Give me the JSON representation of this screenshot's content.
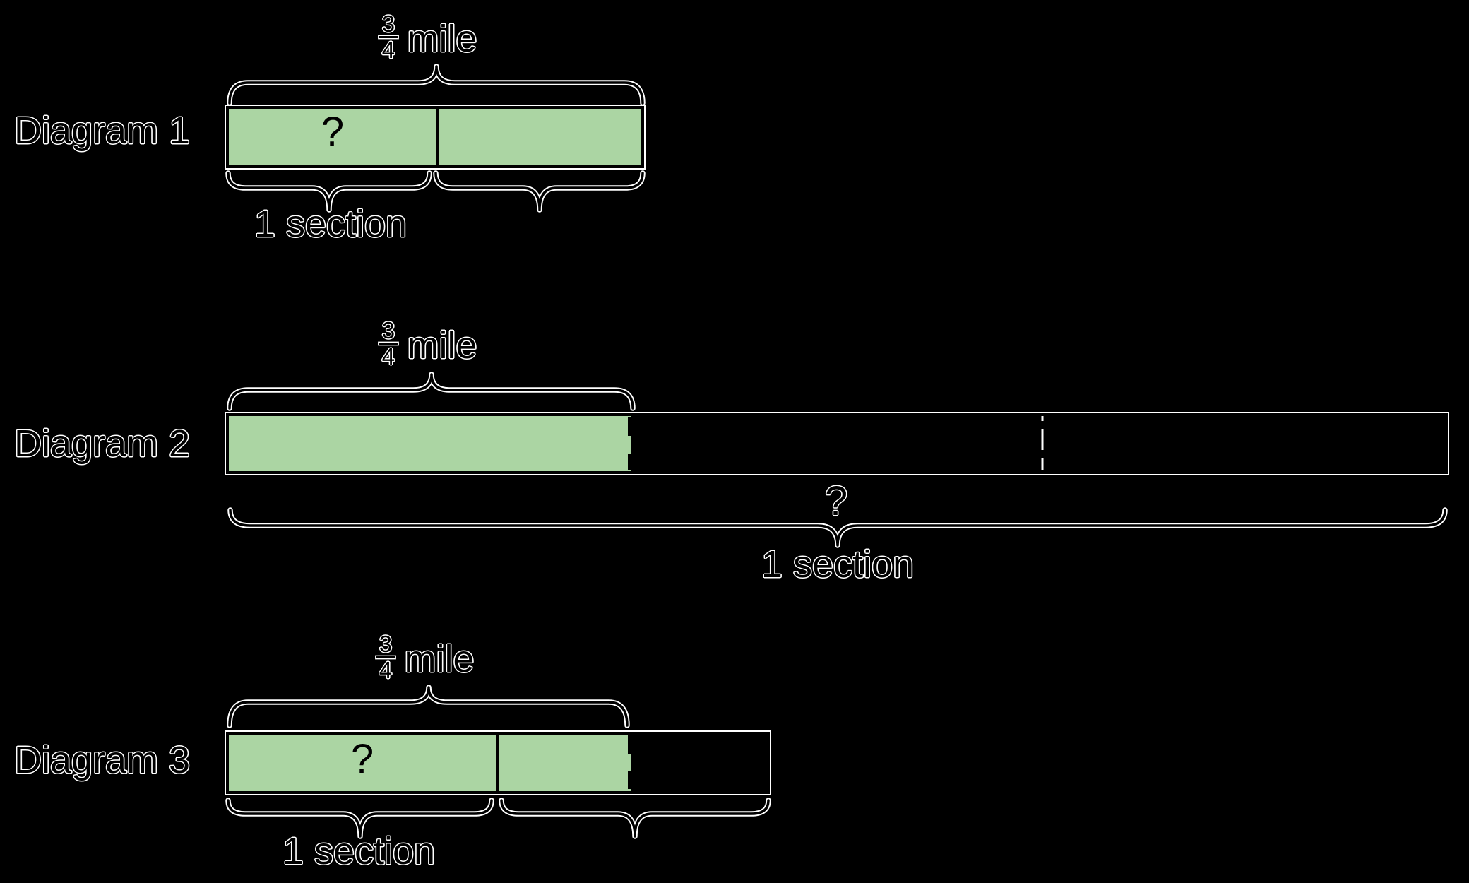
{
  "canvas": {
    "background": "#000000"
  },
  "palette": {
    "bar_green": "#abd5a3",
    "line_black": "#000000",
    "halo_white": "#ffffff"
  },
  "diagrams": [
    {
      "name": "Diagram 1",
      "fraction_numerator": "3",
      "fraction_denominator": "4",
      "fraction_unit": "mile",
      "question_mark": "?",
      "section_label": "1 section"
    },
    {
      "name": "Diagram 2",
      "fraction_numerator": "3",
      "fraction_denominator": "4",
      "fraction_unit": "mile",
      "question_mark": "?",
      "section_label": "1 section"
    },
    {
      "name": "Diagram 3",
      "fraction_numerator": "3",
      "fraction_denominator": "4",
      "fraction_unit": "mile",
      "question_mark": "?",
      "section_label": "1 section"
    }
  ]
}
